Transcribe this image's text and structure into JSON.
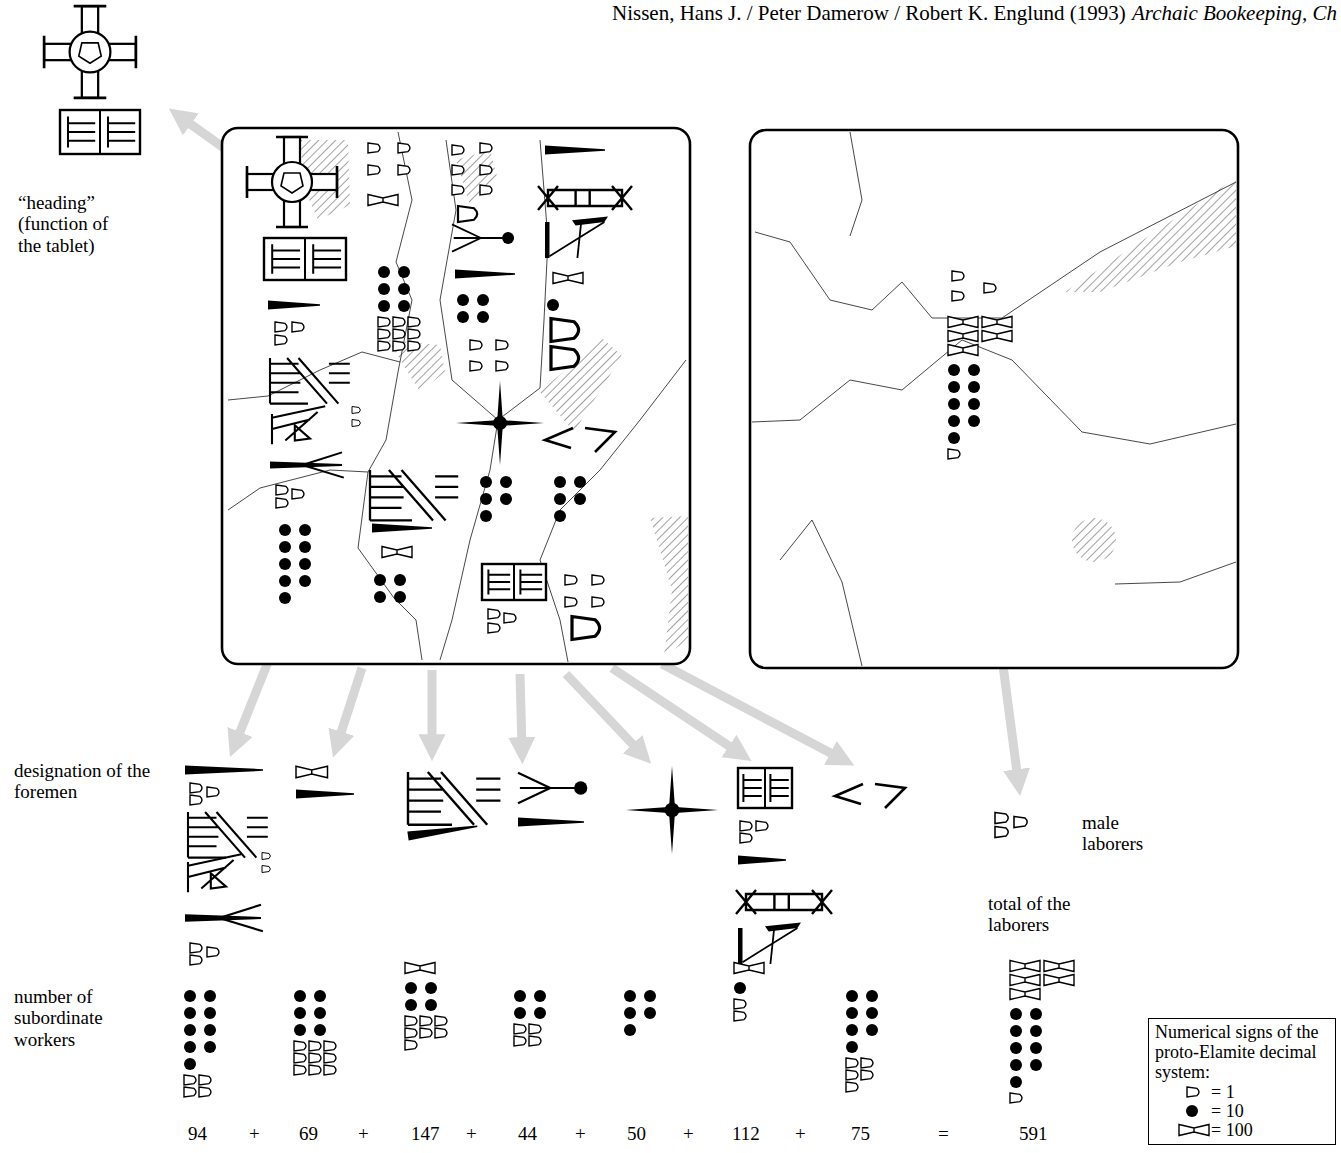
{
  "diagram": {
    "nodes": [
      {
        "text": [
          "Numerical signs of the proto-Elamite decimal system:"
        ]
      }
    ],
    "labels": [
      "Nissen, Hans J. / Peter Damerow / Robert K. Englund (1993)",
      "Archaic Bookeeping, Ch",
      "“heading” (function of the tablet)",
      "designation of the foremen",
      "number of subordinate workers",
      "male laborers",
      "total of the laborers",
      "94",
      "+",
      "69",
      "+",
      "147",
      "+",
      "44",
      "+",
      "50",
      "+",
      "112",
      "+",
      "75",
      "=",
      "591"
    ],
    "legend": [
      {
        "text": "= 1"
      },
      {
        "text": "= 10"
      },
      {
        "text": "= 100"
      }
    ]
  }
}
